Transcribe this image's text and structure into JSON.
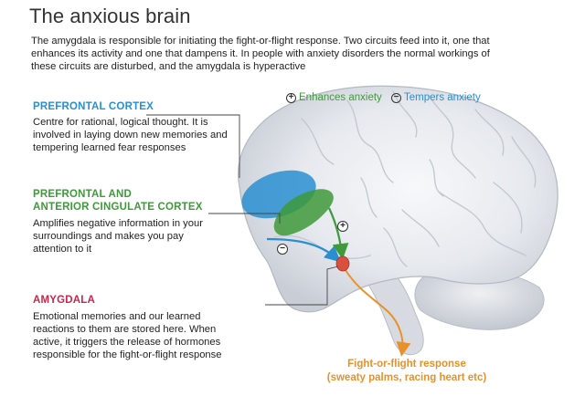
{
  "title": "The anxious brain",
  "intro": "The amygdala is responsible for initiating the fight-or-flight response. Two circuits feed into it, one that enhances its activity and one that dampens it. In people with anxiety disorders the normal workings of these circuits are disturbed, and the amygdala is hyperactive",
  "legend": {
    "enhances_symbol": "+",
    "enhances_label": "Enhances anxiety",
    "tempers_symbol": "−",
    "tempers_label": "Tempers anxiety"
  },
  "regions": {
    "prefrontal": {
      "heading": "PREFRONTAL CORTEX",
      "description": "Centre for rational, logical thought. It is involved in laying down new memories and tempering learned fear responses"
    },
    "cingulate": {
      "heading_line1": "PREFRONTAL AND",
      "heading_line2": "ANTERIOR CINGULATE CORTEX",
      "description": "Amplifies negative information in your surroundings and makes you pay attention to it"
    },
    "amygdala": {
      "heading": "AMYGDALA",
      "description": "Emotional memories and our learned reactions to them are stored here. When active, it triggers the release of hormones responsible for the fight-or-flight response"
    }
  },
  "response": {
    "line1": "Fight-or-flight response",
    "line2": "(sweaty palms, racing heart etc)"
  },
  "markers": {
    "plus": "+",
    "minus": "−"
  },
  "colors": {
    "blue": "#2a8fd0",
    "green": "#3e9a3a",
    "red": "#c8274b",
    "orange": "#e8912c"
  }
}
